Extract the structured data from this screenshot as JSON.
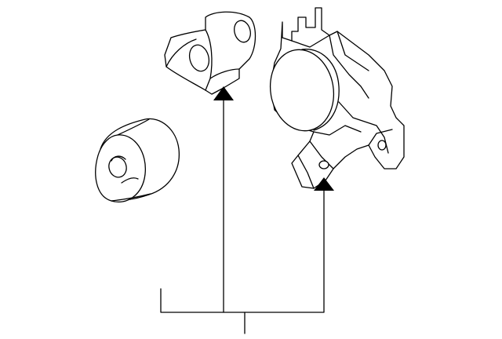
{
  "diagram": {
    "line_color": "#000000",
    "background_color": "#ffffff",
    "parts": [
      "bushing",
      "upper-mount-bracket",
      "engine-mount-assembly"
    ],
    "callout_arrows": 2
  }
}
